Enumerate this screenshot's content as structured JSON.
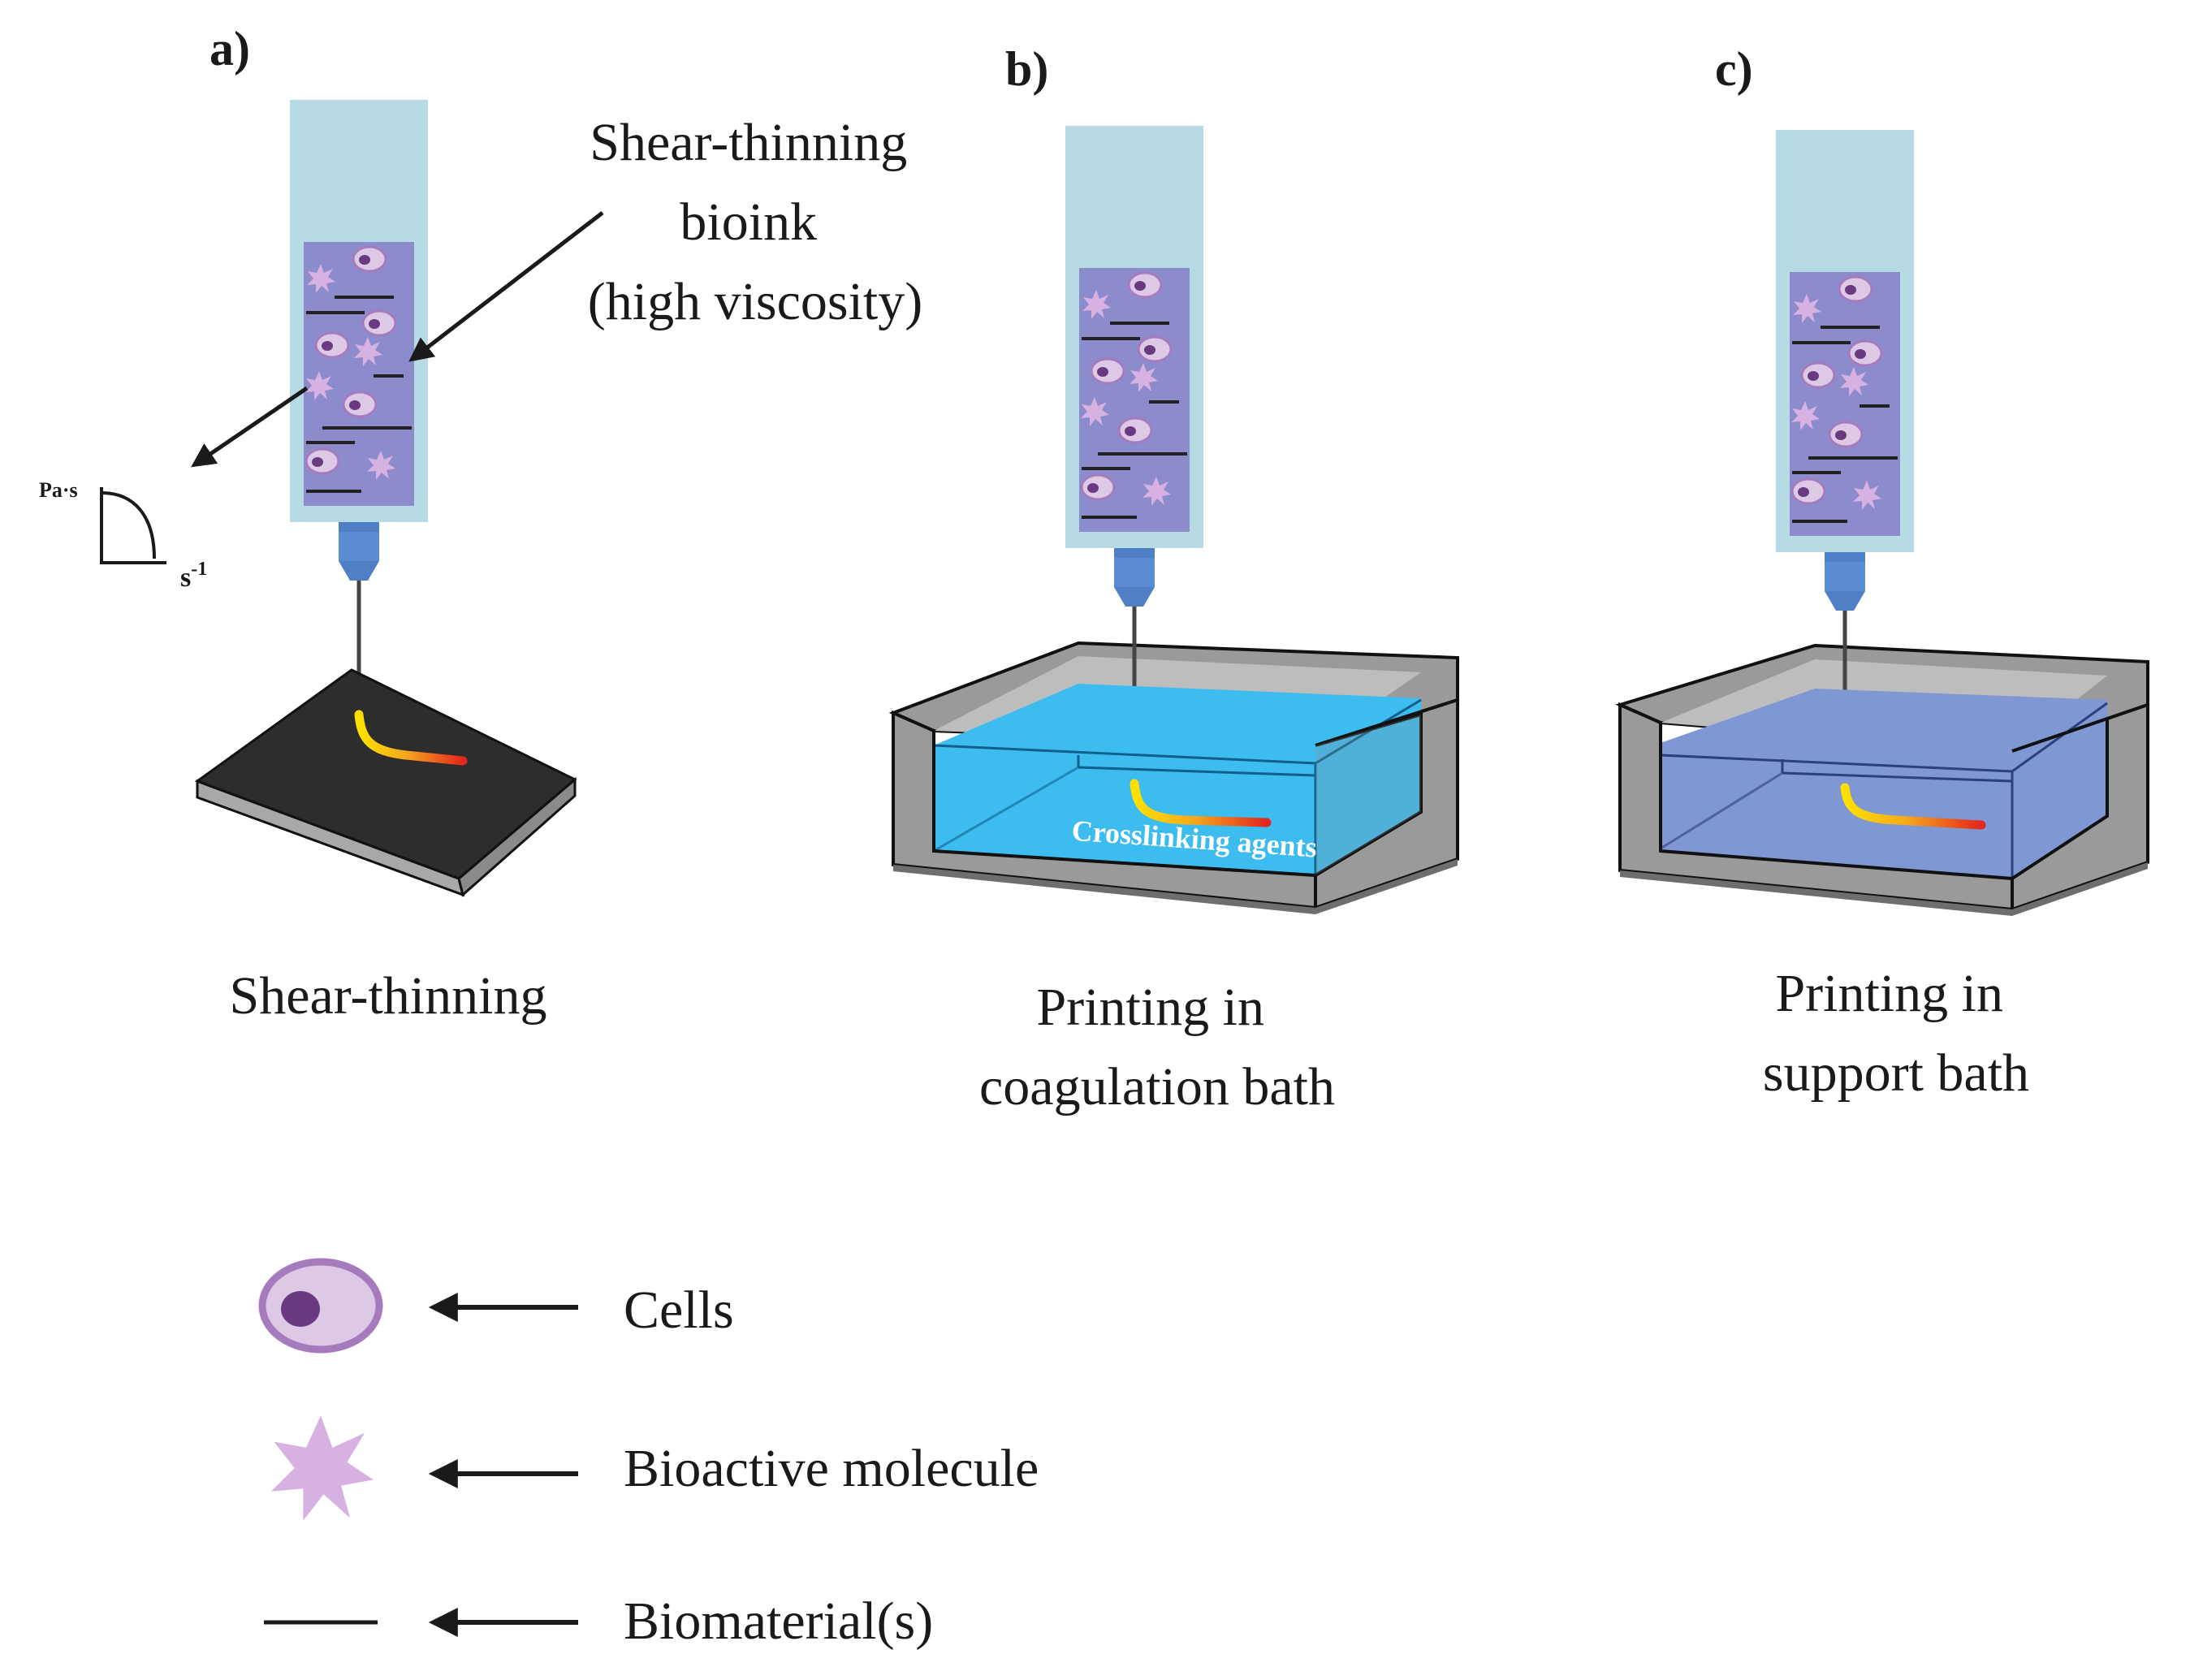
{
  "panels": {
    "a": {
      "label": "a)",
      "callout": [
        "Shear-thinning",
        "bioink",
        "(high viscosity)"
      ],
      "caption": [
        "Shear-thinning"
      ],
      "rheology": {
        "y_unit": "Pa·s",
        "x_unit": "s",
        "x_exp": "-1"
      }
    },
    "b": {
      "label": "b)",
      "caption": [
        "Printing in",
        "coagulation bath"
      ],
      "bath_label": "Crosslinking agents"
    },
    "c": {
      "label": "c)",
      "caption": [
        "Printing in",
        "support bath"
      ]
    }
  },
  "legend": [
    {
      "label": "Cells",
      "icon": "cell-icon"
    },
    {
      "label": "Bioactive molecule",
      "icon": "bioactive-molecule-icon"
    },
    {
      "label": "Biomaterial(s)",
      "icon": "biomaterial-line-icon"
    }
  ],
  "colors": {
    "syringe_barrel": "#b7dbe4",
    "bioink": "#8c8ccc",
    "cell_fill": "#ddc8e6",
    "cell_border": "#a67bbd",
    "cell_nucleus": "#6a3a80",
    "molecule": "#d6b1e1",
    "nozzle": "#4f7fc4",
    "plate": "#333333",
    "plate_edge": "#a8a8a8",
    "bath_wall": "#9a9a9a",
    "coagulation_bath": "#3dbcf0",
    "support_bath": "#7f97d3",
    "filament_start": "#ffe100",
    "filament_end": "#e4261c"
  }
}
